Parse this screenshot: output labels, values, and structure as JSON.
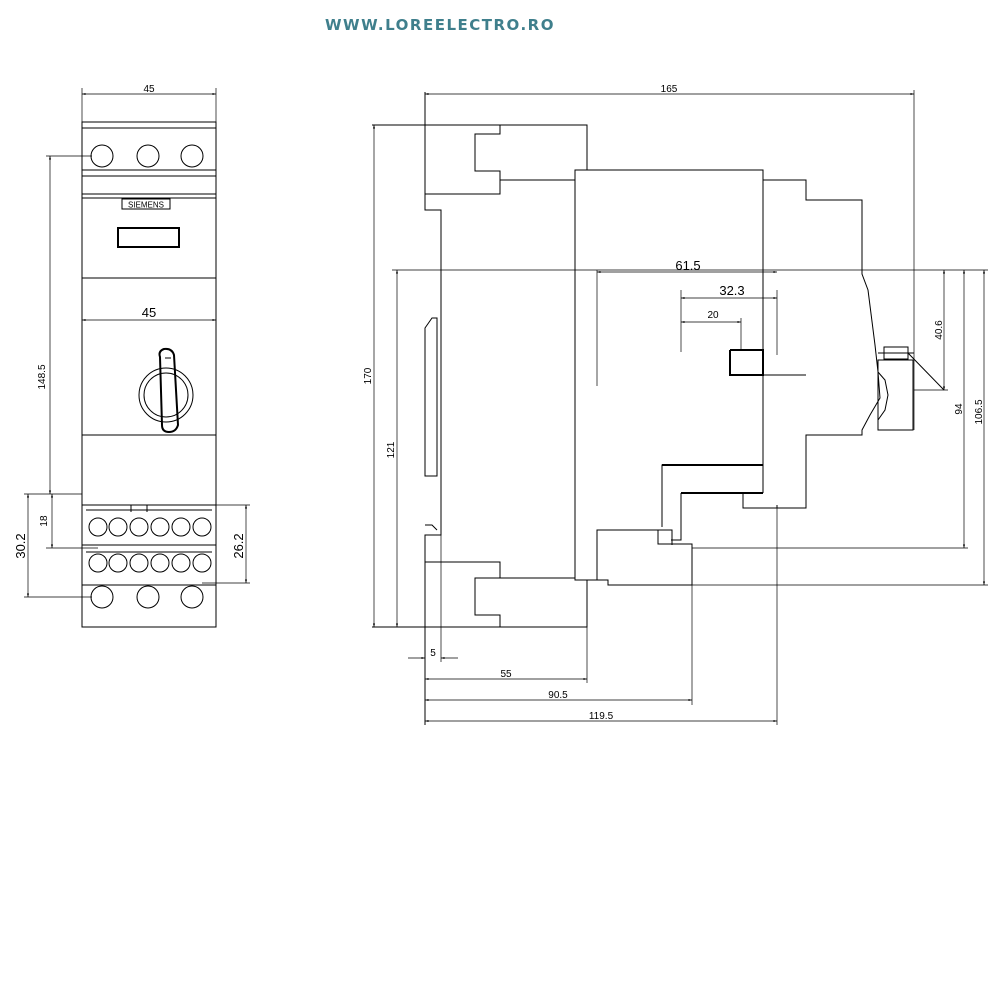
{
  "header": {
    "url": "WWW.LOREELECTRO.RO"
  },
  "front_view": {
    "brand": "SIEMENS",
    "dimensions": {
      "top_width": "45",
      "mid_width": "45",
      "height": "148.5",
      "left_lower": "30.2",
      "left_inner": "18",
      "right_lower": "26.2"
    }
  },
  "side_view": {
    "dimensions": {
      "overall_depth": "165",
      "depth_61_5": "61.5",
      "depth_32_3": "32.3",
      "depth_20": "20",
      "height_170": "170",
      "height_121": "121",
      "right_40_6": "40.6",
      "right_94": "94",
      "right_106_5": "106.5",
      "bottom_5": "5",
      "bottom_55": "55",
      "bottom_90_5": "90.5",
      "bottom_119_5": "119.5"
    }
  }
}
